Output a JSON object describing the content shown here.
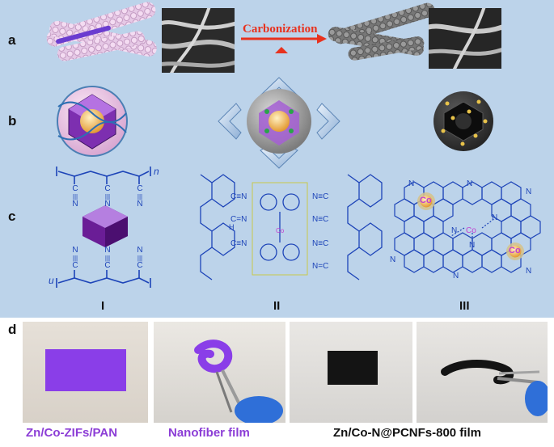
{
  "panel_labels": {
    "a": "a",
    "b": "b",
    "c": "c",
    "d": "d"
  },
  "arrow_label": "Carbonization",
  "structure_labels": {
    "I": "I",
    "II": "II",
    "III": "III"
  },
  "polymer_subscripts": {
    "n": "n",
    "u": "u"
  },
  "chem": {
    "nitrogen": "N",
    "hydrogen": "H",
    "carbon": "C",
    "cobalt": "Co"
  },
  "captions": {
    "zif_pan": "Zn/Co-ZIFs/PAN",
    "nanofiber": "Nanofiber film",
    "carbon_film": "Zn/Co-N@PCNFs-800 film"
  },
  "colors": {
    "background_panel": "#bcd3ea",
    "structure_blue": "#1d44b8",
    "arrow_red": "#e8321e",
    "caption_purple": "#8c3dd6",
    "film_purple": "#8a3ee8",
    "film_black": "#141414"
  }
}
